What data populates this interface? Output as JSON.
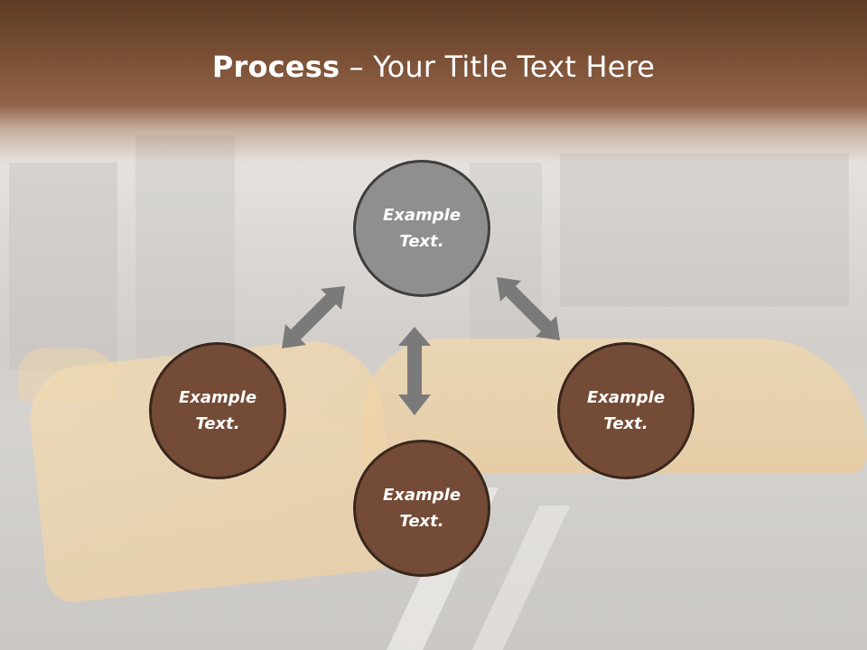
{
  "slide": {
    "title_bold": "Process",
    "title_rest": " – Your Title Text Here"
  },
  "nodes": [
    {
      "id": "top",
      "line1": "Example",
      "line2": "Text.",
      "fill": "#8f8f8f"
    },
    {
      "id": "left",
      "line1": "Example",
      "line2": "Text.",
      "fill": "#744b36"
    },
    {
      "id": "right",
      "line1": "Example",
      "line2": "Text.",
      "fill": "#744b36"
    },
    {
      "id": "bottom",
      "line1": "Example",
      "line2": "Text.",
      "fill": "#744b36"
    }
  ],
  "colors": {
    "header": "#6e4730",
    "arrow": "#7a7a7a",
    "node_brown": "#744b36",
    "node_grey": "#8f8f8f"
  }
}
